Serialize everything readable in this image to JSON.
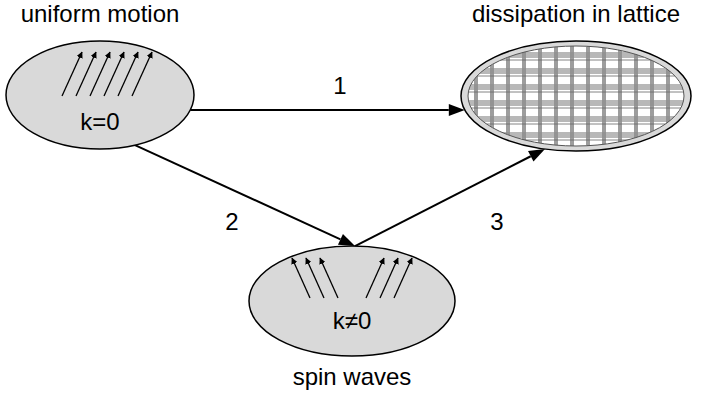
{
  "diagram": {
    "nodes": [
      {
        "text": [
          "uniform motion",
          "k=0"
        ]
      },
      {
        "text": [
          "dissipation in lattice"
        ]
      },
      {
        "text": [
          "k≠0",
          "spin waves"
        ]
      }
    ],
    "edges": [
      {
        "from": 0,
        "to": 1,
        "arrow": "to",
        "label": "1"
      },
      {
        "from": 0,
        "to": 2,
        "arrow": "to",
        "label": "2"
      },
      {
        "from": 2,
        "to": 1,
        "arrow": "to",
        "label": "3"
      }
    ]
  }
}
